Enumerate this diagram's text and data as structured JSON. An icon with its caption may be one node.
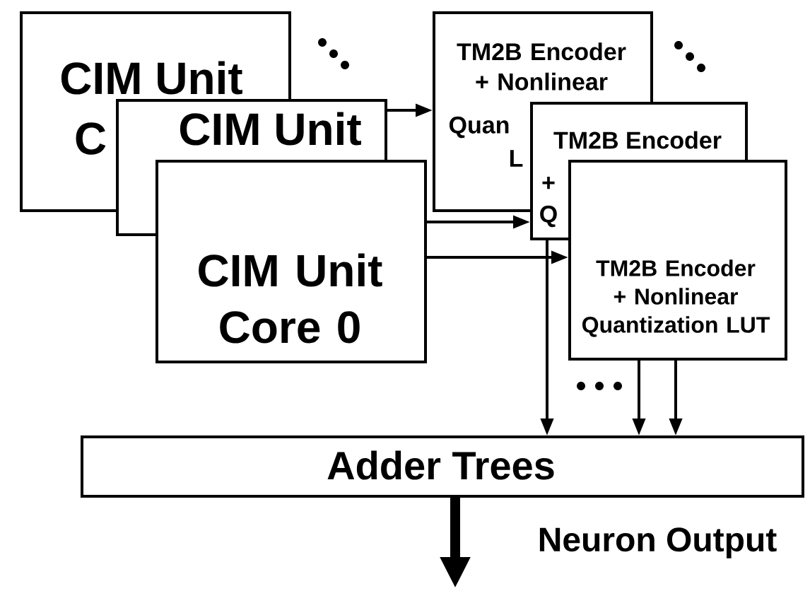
{
  "diagram": {
    "nodes": [
      {
        "text": [
          "CIM Unit",
          "C"
        ]
      },
      {
        "text": [
          "CIM Unit"
        ]
      },
      {
        "text": [
          "CIM Unit Core 0"
        ]
      },
      {
        "text": [
          "TM2B Encoder + Nonlinear",
          "Quan",
          "L"
        ]
      },
      {
        "text": [
          "TM2B Encoder",
          "+",
          "Q"
        ]
      },
      {
        "text": [
          "TM2B Encoder + Nonlinear Quantization LUT"
        ]
      },
      {
        "text": [
          "Adder Trees"
        ]
      }
    ],
    "edges": [
      {
        "from": 1,
        "to": 3,
        "arrow": "to"
      },
      {
        "from": 2,
        "to": 4,
        "arrow": "to"
      },
      {
        "from": 2,
        "to": 5,
        "arrow": "to"
      },
      {
        "from": 4,
        "to": 6,
        "arrow": "to"
      },
      {
        "from": 5,
        "to": 6,
        "arrow": "to"
      },
      {
        "from": 5,
        "to": 6,
        "arrow": "to"
      },
      {
        "from": 6,
        "to": null,
        "arrow": "to",
        "style": "thick",
        "label": "Neuron Output"
      }
    ]
  }
}
